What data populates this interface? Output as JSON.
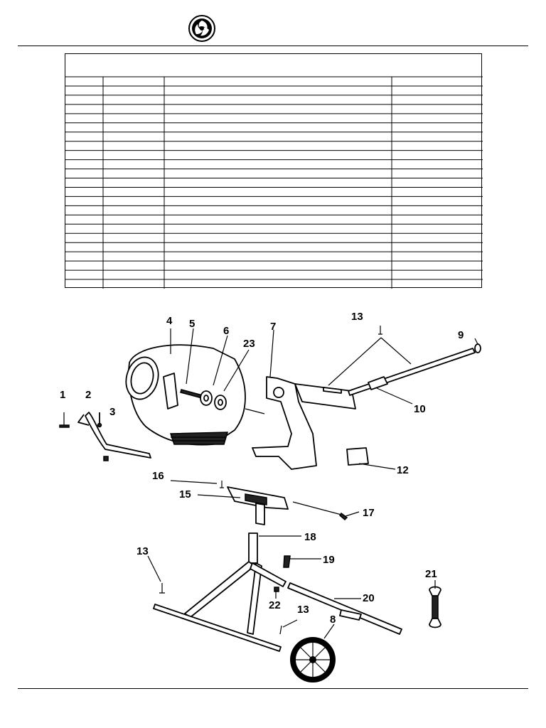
{
  "header": {
    "logo_icon": "brand-rose-logo-icon"
  },
  "table": {
    "columns": 4,
    "rows": 23,
    "cells": []
  },
  "callouts": [
    {
      "id": "c1",
      "label": "1"
    },
    {
      "id": "c2",
      "label": "2"
    },
    {
      "id": "c3",
      "label": "3"
    },
    {
      "id": "c4",
      "label": "4"
    },
    {
      "id": "c5",
      "label": "5"
    },
    {
      "id": "c6",
      "label": "6"
    },
    {
      "id": "c23",
      "label": "23"
    },
    {
      "id": "c7",
      "label": "7"
    },
    {
      "id": "c13a",
      "label": "13"
    },
    {
      "id": "c9",
      "label": "9"
    },
    {
      "id": "c10",
      "label": "10"
    },
    {
      "id": "c12",
      "label": "12"
    },
    {
      "id": "c16",
      "label": "16"
    },
    {
      "id": "c15",
      "label": "15"
    },
    {
      "id": "c17",
      "label": "17"
    },
    {
      "id": "c18",
      "label": "18"
    },
    {
      "id": "c13b",
      "label": "13"
    },
    {
      "id": "c19",
      "label": "19"
    },
    {
      "id": "c21",
      "label": "21"
    },
    {
      "id": "c20",
      "label": "20"
    },
    {
      "id": "c22",
      "label": "22"
    },
    {
      "id": "c13c",
      "label": "13"
    },
    {
      "id": "c8",
      "label": "8"
    }
  ]
}
